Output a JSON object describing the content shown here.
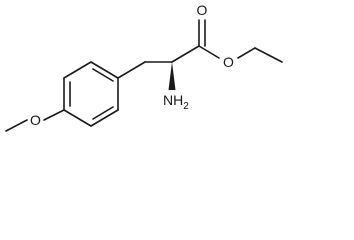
{
  "molecule": {
    "atom_labels": {
      "methoxy_oxygen": "O",
      "ester_carbonyl_oxygen": "O",
      "ester_oxygen": "O",
      "amine_main": "NH",
      "amine_subscript": "2"
    },
    "stereo": {
      "alpha_carbon_to_amine": "wedge"
    },
    "colors": {
      "bond": "#1a1a1a",
      "background": "#ffffff"
    }
  }
}
